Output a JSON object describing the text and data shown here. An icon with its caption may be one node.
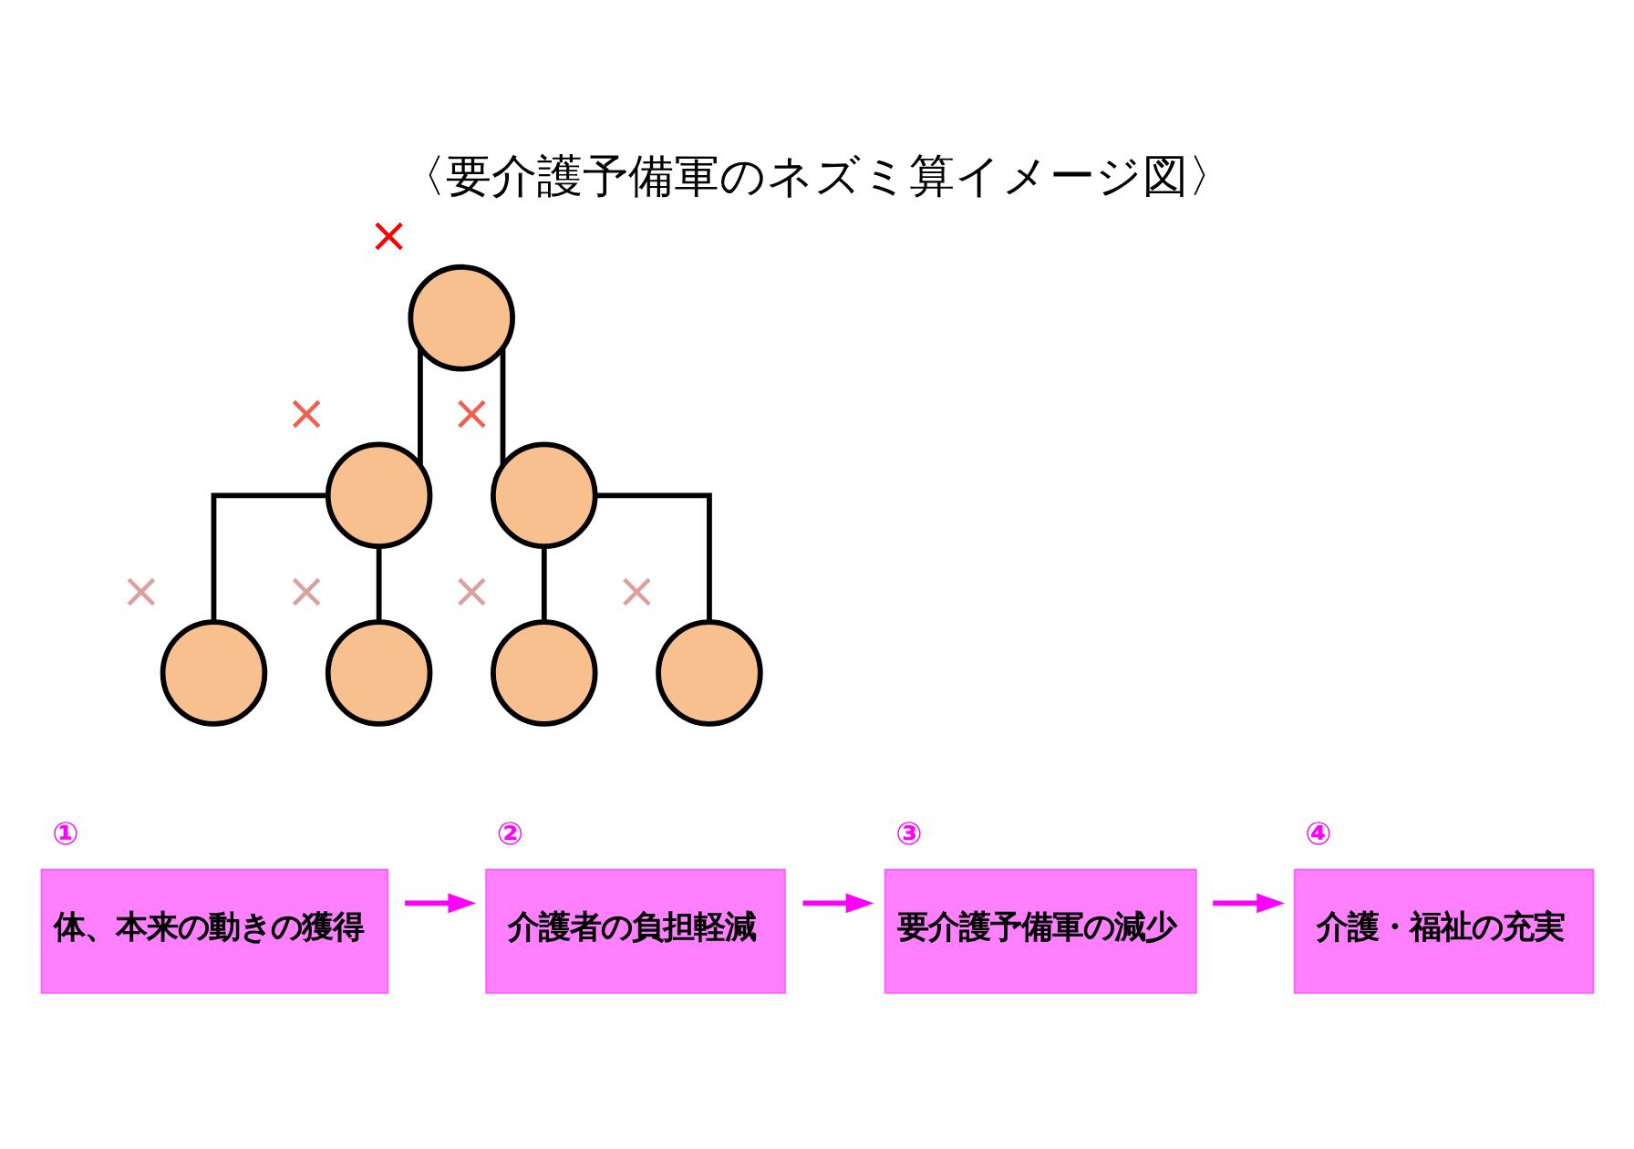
{
  "diagram": {
    "title": "〈要介護予備軍のネズミ算イメージ図〉",
    "nodes": [
      {
        "text": [],
        "shape": "circle",
        "beside": [
          "×"
        ]
      },
      {
        "text": [],
        "shape": "circle",
        "beside": [
          "×"
        ]
      },
      {
        "text": [],
        "shape": "circle",
        "beside": [
          "×"
        ]
      },
      {
        "text": [],
        "shape": "circle",
        "beside": [
          "×"
        ]
      },
      {
        "text": [],
        "shape": "circle",
        "beside": [
          "×"
        ]
      },
      {
        "text": [],
        "shape": "circle",
        "beside": [
          "×"
        ]
      },
      {
        "text": [],
        "shape": "circle",
        "beside": [
          "×"
        ]
      },
      {
        "text": [
          "体、本来の動きの獲得"
        ],
        "beside": [
          "①"
        ]
      },
      {
        "text": [
          "介護者の負担軽減"
        ],
        "beside": [
          "②"
        ]
      },
      {
        "text": [
          "要介護予備軍の減少"
        ],
        "beside": [
          "③"
        ]
      },
      {
        "text": [
          "介護・福祉の充実"
        ],
        "beside": [
          "④"
        ]
      }
    ],
    "edges": [
      {
        "from": 0,
        "to": 1,
        "arrow": "none"
      },
      {
        "from": 0,
        "to": 2,
        "arrow": "none"
      },
      {
        "from": 1,
        "to": 3,
        "arrow": "none"
      },
      {
        "from": 1,
        "to": 4,
        "arrow": "none"
      },
      {
        "from": 2,
        "to": 5,
        "arrow": "none"
      },
      {
        "from": 2,
        "to": 6,
        "arrow": "none"
      },
      {
        "from": 7,
        "to": 8,
        "arrow": "to",
        "color": "#ff00ff"
      },
      {
        "from": 8,
        "to": 9,
        "arrow": "to",
        "color": "#ff00ff"
      },
      {
        "from": 9,
        "to": 10,
        "arrow": "to",
        "color": "#ff00ff"
      }
    ]
  }
}
